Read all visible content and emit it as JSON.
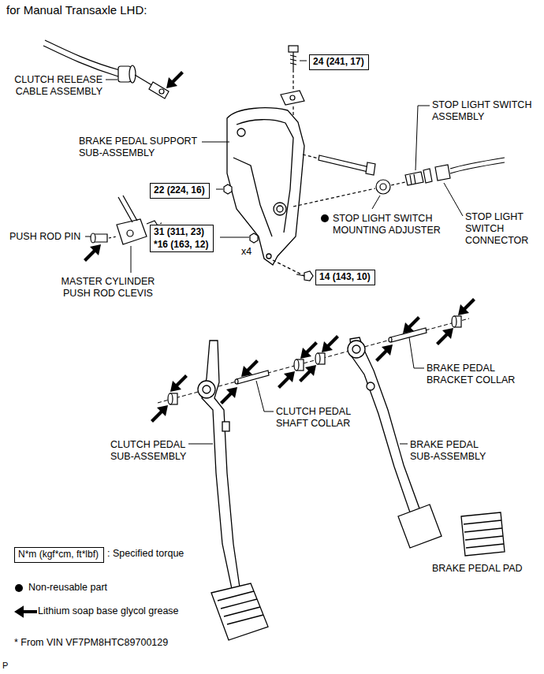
{
  "diagram": {
    "title": "for Manual Transaxle LHD:",
    "nodes": [
      {
        "text": [
          "24 (241, 17)"
        ]
      },
      {
        "text": [
          "22 (224, 16)"
        ]
      },
      {
        "text": [
          "31 (311, 23)",
          "*16 (163, 12)"
        ]
      },
      {
        "text": [
          "14 (143, 10)"
        ]
      },
      {
        "text": [
          "N*m (kgf*cm, ft*lbf)"
        ]
      }
    ],
    "labels": [
      "CLUTCH RELEASE CABLE ASSEMBLY",
      "BRAKE PEDAL SUPPORT SUB-ASSEMBLY",
      "STOP LIGHT SWITCH ASSEMBLY",
      "STOP LIGHT SWITCH CONNECTOR",
      "STOP LIGHT SWITCH MOUNTING ADJUSTER",
      "PUSH ROD PIN",
      "MASTER CYLINDER PUSH ROD CLEVIS",
      "x4",
      "BRAKE PEDAL BRACKET COLLAR",
      "CLUTCH PEDAL SHAFT COLLAR",
      "CLUTCH PEDAL SUB-ASSEMBLY",
      "BRAKE PEDAL SUB-ASSEMBLY",
      "BRAKE PEDAL PAD",
      "* From VIN VF7PM8HTC89700129",
      "P"
    ],
    "legend": [
      {
        "text": ": Specified torque"
      },
      {
        "text": "Non-reusable part"
      },
      {
        "text": "Lithium soap base glycol grease"
      }
    ]
  }
}
